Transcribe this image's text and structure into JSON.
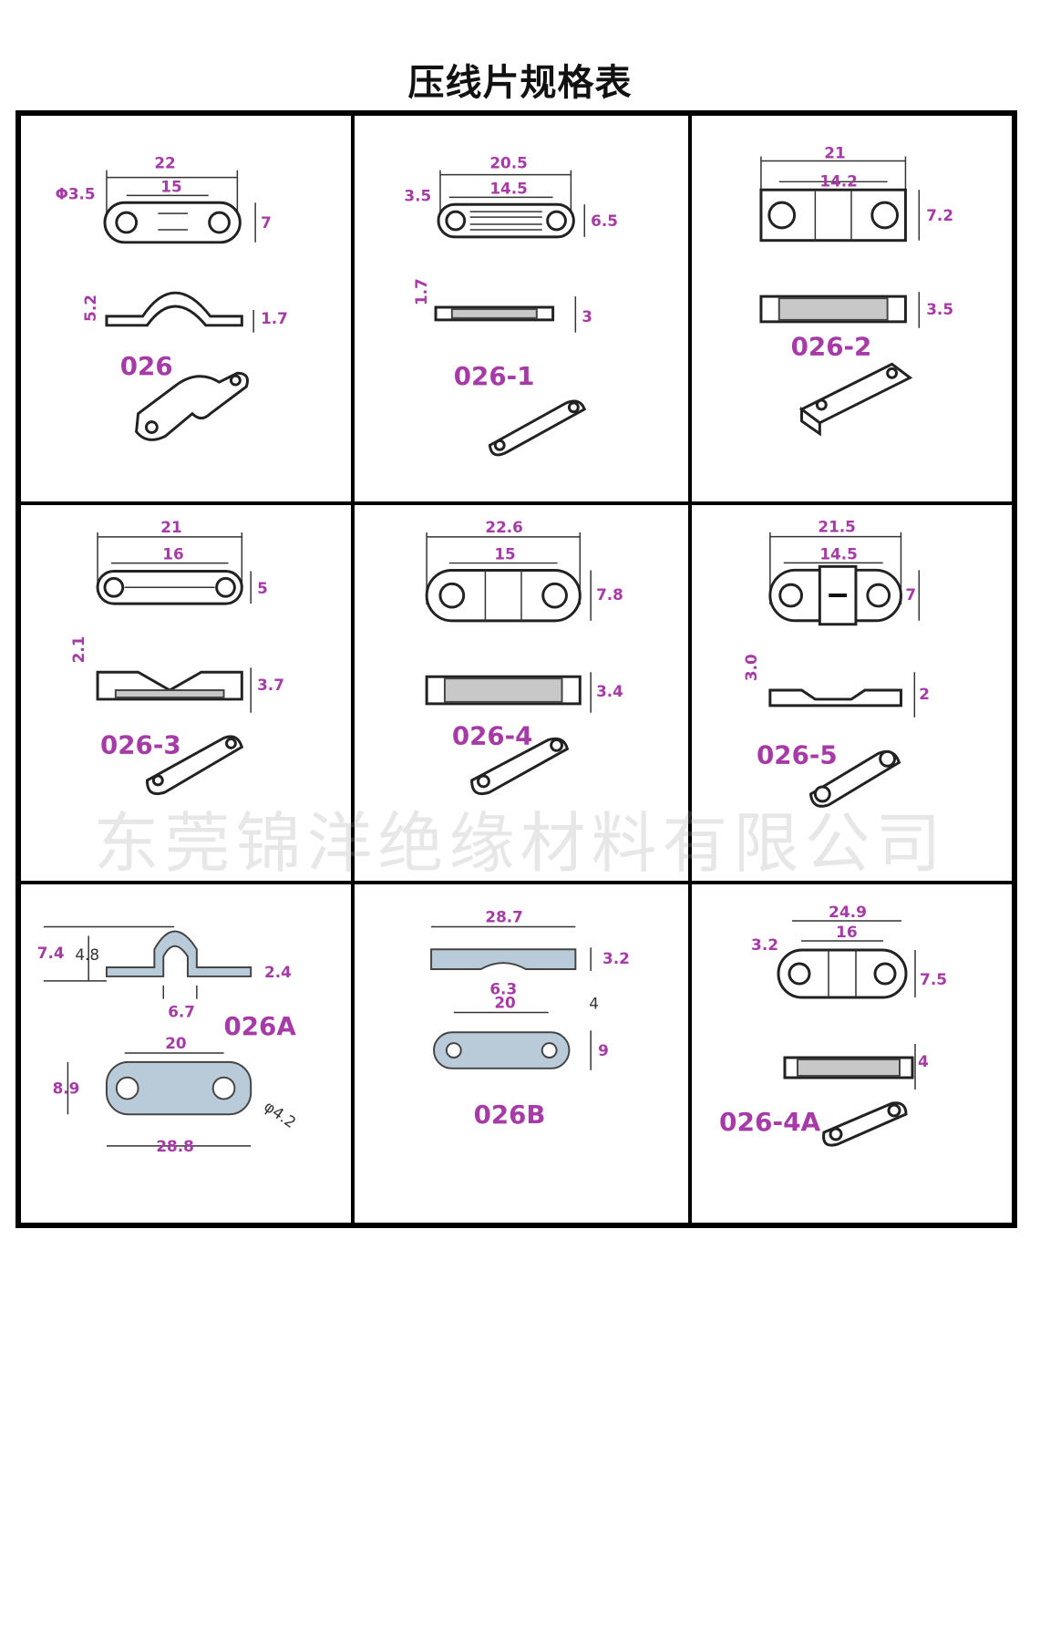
{
  "title": "压线片规格表",
  "watermark": "东莞锦洋绝缘材料有限公司",
  "cells": [
    {
      "model": "026",
      "dims": [
        "22",
        "Φ3.5",
        "15",
        "7",
        "5.2",
        "1.7"
      ]
    },
    {
      "model": "026-1",
      "dims": [
        "20.5",
        "3.5",
        "14.5",
        "6.5",
        "1.7",
        "3"
      ]
    },
    {
      "model": "026-2",
      "dims": [
        "21",
        "14.2",
        "7.2",
        "3.5"
      ]
    },
    {
      "model": "026-3",
      "dims": [
        "21",
        "16",
        "5",
        "2.1",
        "3.7"
      ]
    },
    {
      "model": "026-4",
      "dims": [
        "22.6",
        "15",
        "7.8",
        "3.4"
      ]
    },
    {
      "model": "026-5",
      "dims": [
        "21.5",
        "14.5",
        "7",
        "3.0",
        "2"
      ]
    },
    {
      "model": "026A",
      "dims": [
        "7.4",
        "4.8",
        "2.4",
        "6.7",
        "20",
        "8.9",
        "28.8",
        "φ4.2"
      ]
    },
    {
      "model": "026B",
      "dims": [
        "28.7",
        "3.2",
        "6.3",
        "20",
        "4",
        "9"
      ]
    },
    {
      "model": "026-4A",
      "dims": [
        "24.9",
        "3.2",
        "16",
        "7.5",
        "4"
      ]
    }
  ]
}
